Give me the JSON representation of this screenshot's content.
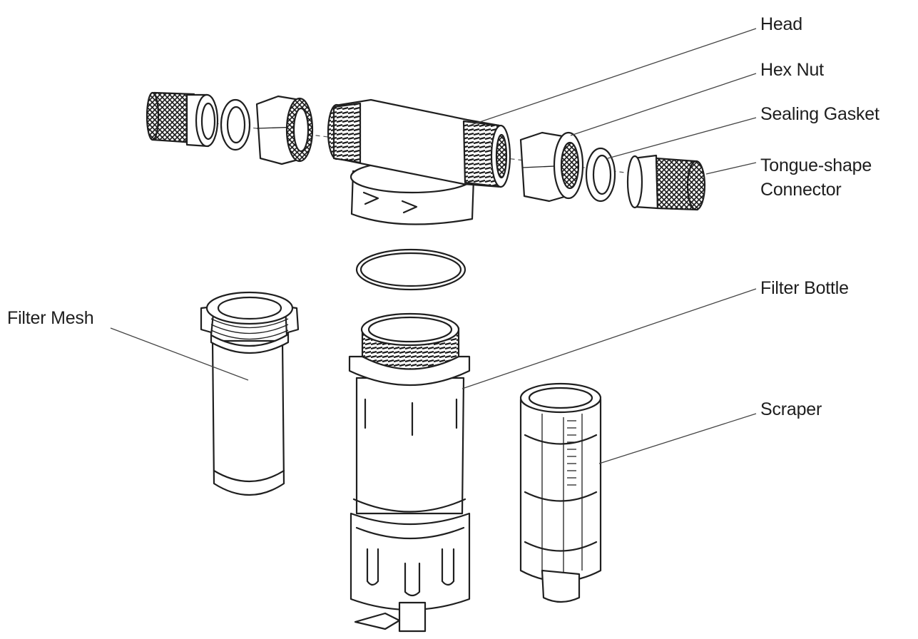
{
  "labels": {
    "head": "Head",
    "hex_nut": "Hex Nut",
    "sealing_gasket": "Sealing Gasket",
    "tongue_connector_line1": "Tongue-shape",
    "tongue_connector_line2": "Connector",
    "filter_bottle": "Filter Bottle",
    "filter_mesh": "Filter Mesh",
    "scraper": "Scraper"
  },
  "colors": {
    "line": "#1f1f1f",
    "background": "#ffffff"
  }
}
